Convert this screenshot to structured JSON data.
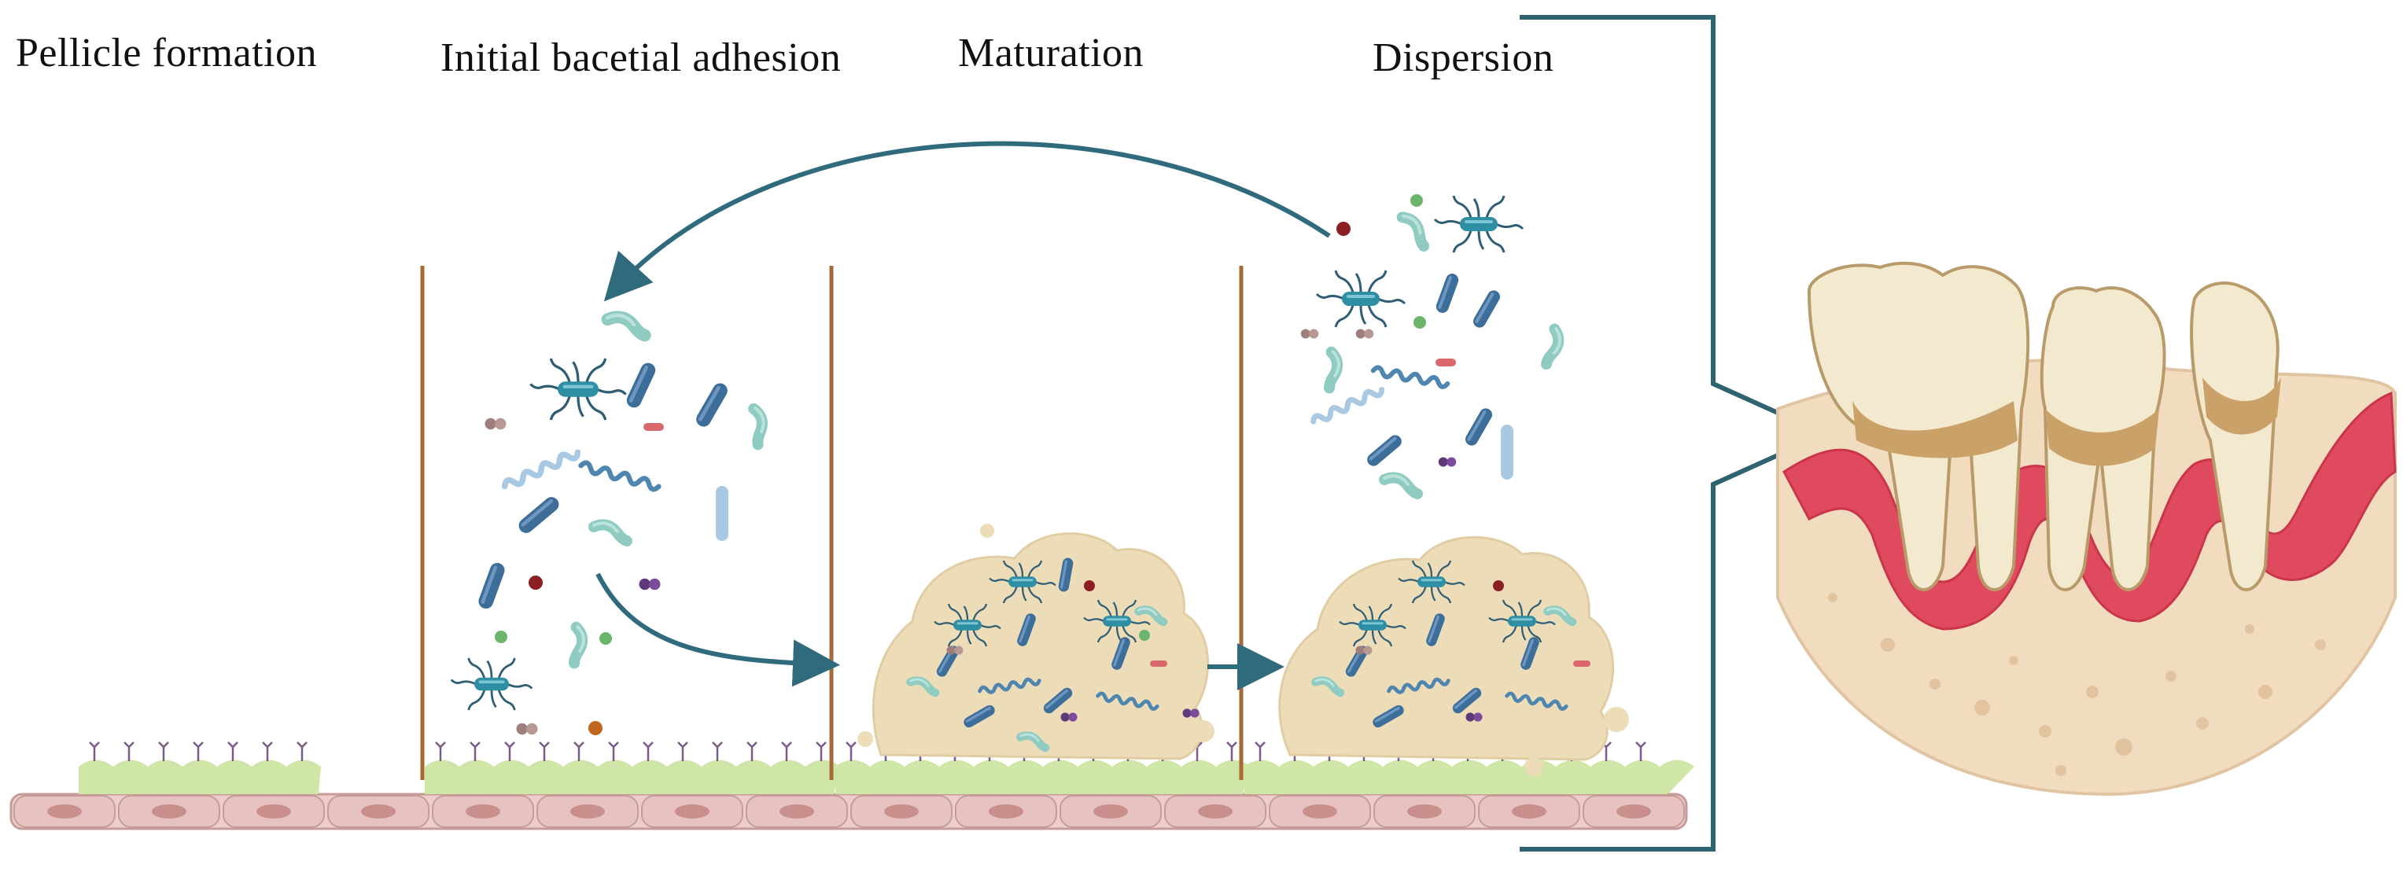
{
  "stages": [
    {
      "label": "Pellicle formation"
    },
    {
      "label": "Initial bacetial adhesion"
    },
    {
      "label": "Maturation"
    },
    {
      "label": "Dispersion"
    }
  ],
  "colors": {
    "ink": "#111111",
    "arrow": "#2f6b7c",
    "divider": "#a66a36",
    "pellicle": "#cfe6a6",
    "epithelium": "#e6c3c0",
    "nucleus": "#c98f8d",
    "biofilm": "#ecdcb8",
    "gum": "#e04a5e",
    "bone": "#f2dcc0",
    "tooth": "#f3e9cf",
    "calculus": "#c9a169",
    "bracket": "#2d6470"
  },
  "icons": [
    "bacillus-icon",
    "spirochete-icon",
    "flagellated-bacterium-icon",
    "coccus-icon",
    "diplococcus-icon",
    "tooth-icon"
  ]
}
